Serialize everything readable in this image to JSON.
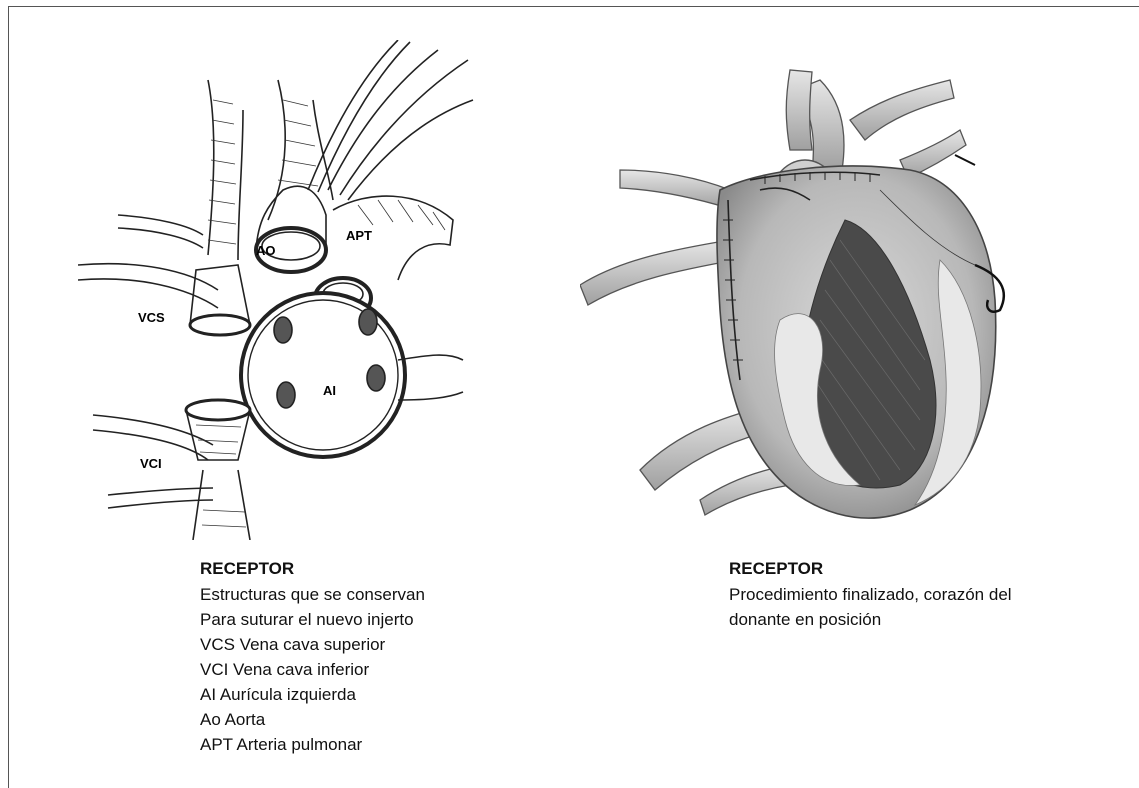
{
  "left_figure": {
    "labels": {
      "ao": "AO",
      "apt": "APT",
      "vcs": "VCS",
      "ai": "AI",
      "vci": "VCI"
    }
  },
  "left_caption": {
    "title": "RECEPTOR",
    "lines": [
      "Estructuras que se conservan",
      "Para suturar el nuevo injerto",
      "VCS Vena cava superior",
      "VCI Vena cava inferior",
      "AI Aurícula izquierda",
      "Ao Aorta",
      "APT Arteria pulmonar"
    ]
  },
  "right_caption": {
    "title": "RECEPTOR",
    "lines": [
      "Procedimiento finalizado, corazón del",
      "donante en posición"
    ]
  }
}
